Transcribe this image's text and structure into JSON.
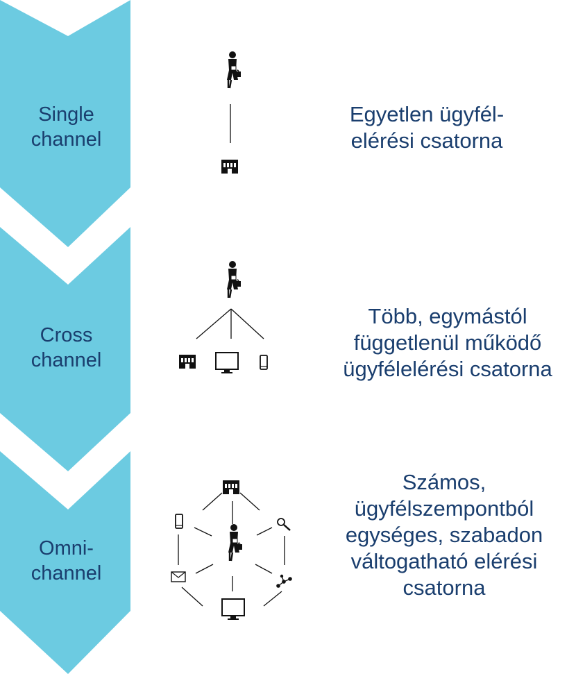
{
  "colors": {
    "chevron": "#6ccbe1",
    "text": "#1a3e6e",
    "icon": "#111111"
  },
  "stages": [
    {
      "label_line1": "Single",
      "label_line2": "channel",
      "description": [
        "Egyetlen ügyfél-",
        "elérési csatorna"
      ],
      "icons": [
        "person-icon",
        "building-icon"
      ]
    },
    {
      "label_line1": "Cross",
      "label_line2": "channel",
      "description": [
        "Több, egymástól",
        "függetlenül működő",
        "ügyfélelérési csatorna"
      ],
      "icons": [
        "person-icon",
        "building-icon",
        "monitor-icon",
        "phone-icon"
      ]
    },
    {
      "label_line1": "Omni-",
      "label_line2": "channel",
      "description": [
        "Számos,",
        "ügyfélszempontból",
        "egységes, szabadon",
        "váltogatható elérési",
        "csatorna"
      ],
      "icons": [
        "person-icon",
        "building-icon",
        "phone-icon",
        "search-icon",
        "mail-icon",
        "network-icon",
        "monitor-icon"
      ]
    }
  ]
}
